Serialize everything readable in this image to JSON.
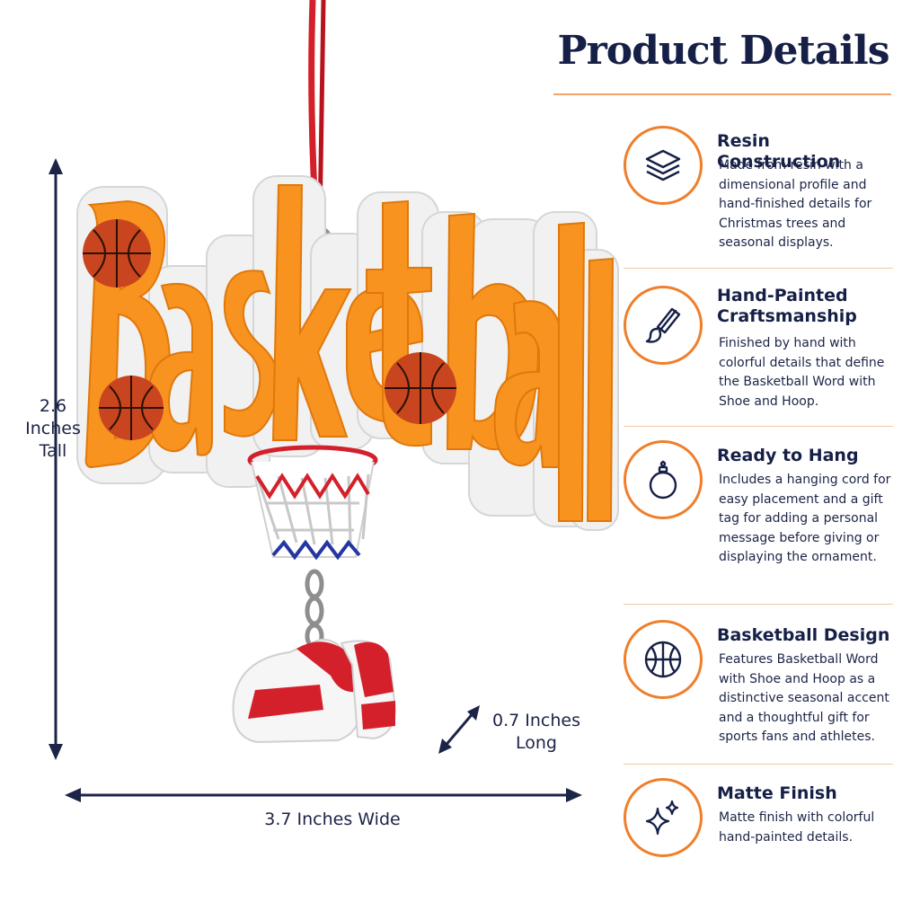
{
  "panel": {
    "title": "Product Details",
    "accent_color": "#f07e2b",
    "title_color": "#162047",
    "features": [
      {
        "icon": "layers-icon",
        "title": "Resin Construction",
        "description": "Made from resin with a dimensional profile and hand-finished details for Christmas trees and seasonal displays."
      },
      {
        "icon": "paintbrush-icon",
        "title": "Hand-Painted Craftsmanship",
        "description": "Finished by hand with colorful details that define the Basketball Word with Shoe and Hoop."
      },
      {
        "icon": "ornament-icon",
        "title": "Ready to Hang",
        "description": "Includes a hanging cord for easy placement and a gift tag for adding a personal message before giving or displaying the ornament."
      },
      {
        "icon": "basketball-icon",
        "title": "Basketball Design",
        "description": "Features Basketball Word with Shoe and Hoop as a distinctive seasonal accent and a thoughtful gift for sports fans and athletes."
      },
      {
        "icon": "sparkle-icon",
        "title": "Matte Finish",
        "description": "Matte finish with colorful hand-painted details."
      }
    ]
  },
  "dimensions": {
    "tall_line1": "2.6",
    "tall_line2": "Inches",
    "tall_line3": "Tall",
    "long_line1": "0.7 Inches",
    "long_line2": "Long",
    "wide": "3.7 Inches Wide"
  },
  "product": {
    "word": "Basketball",
    "letter_color": "#f7931e",
    "ball_color": "#c8451f"
  }
}
